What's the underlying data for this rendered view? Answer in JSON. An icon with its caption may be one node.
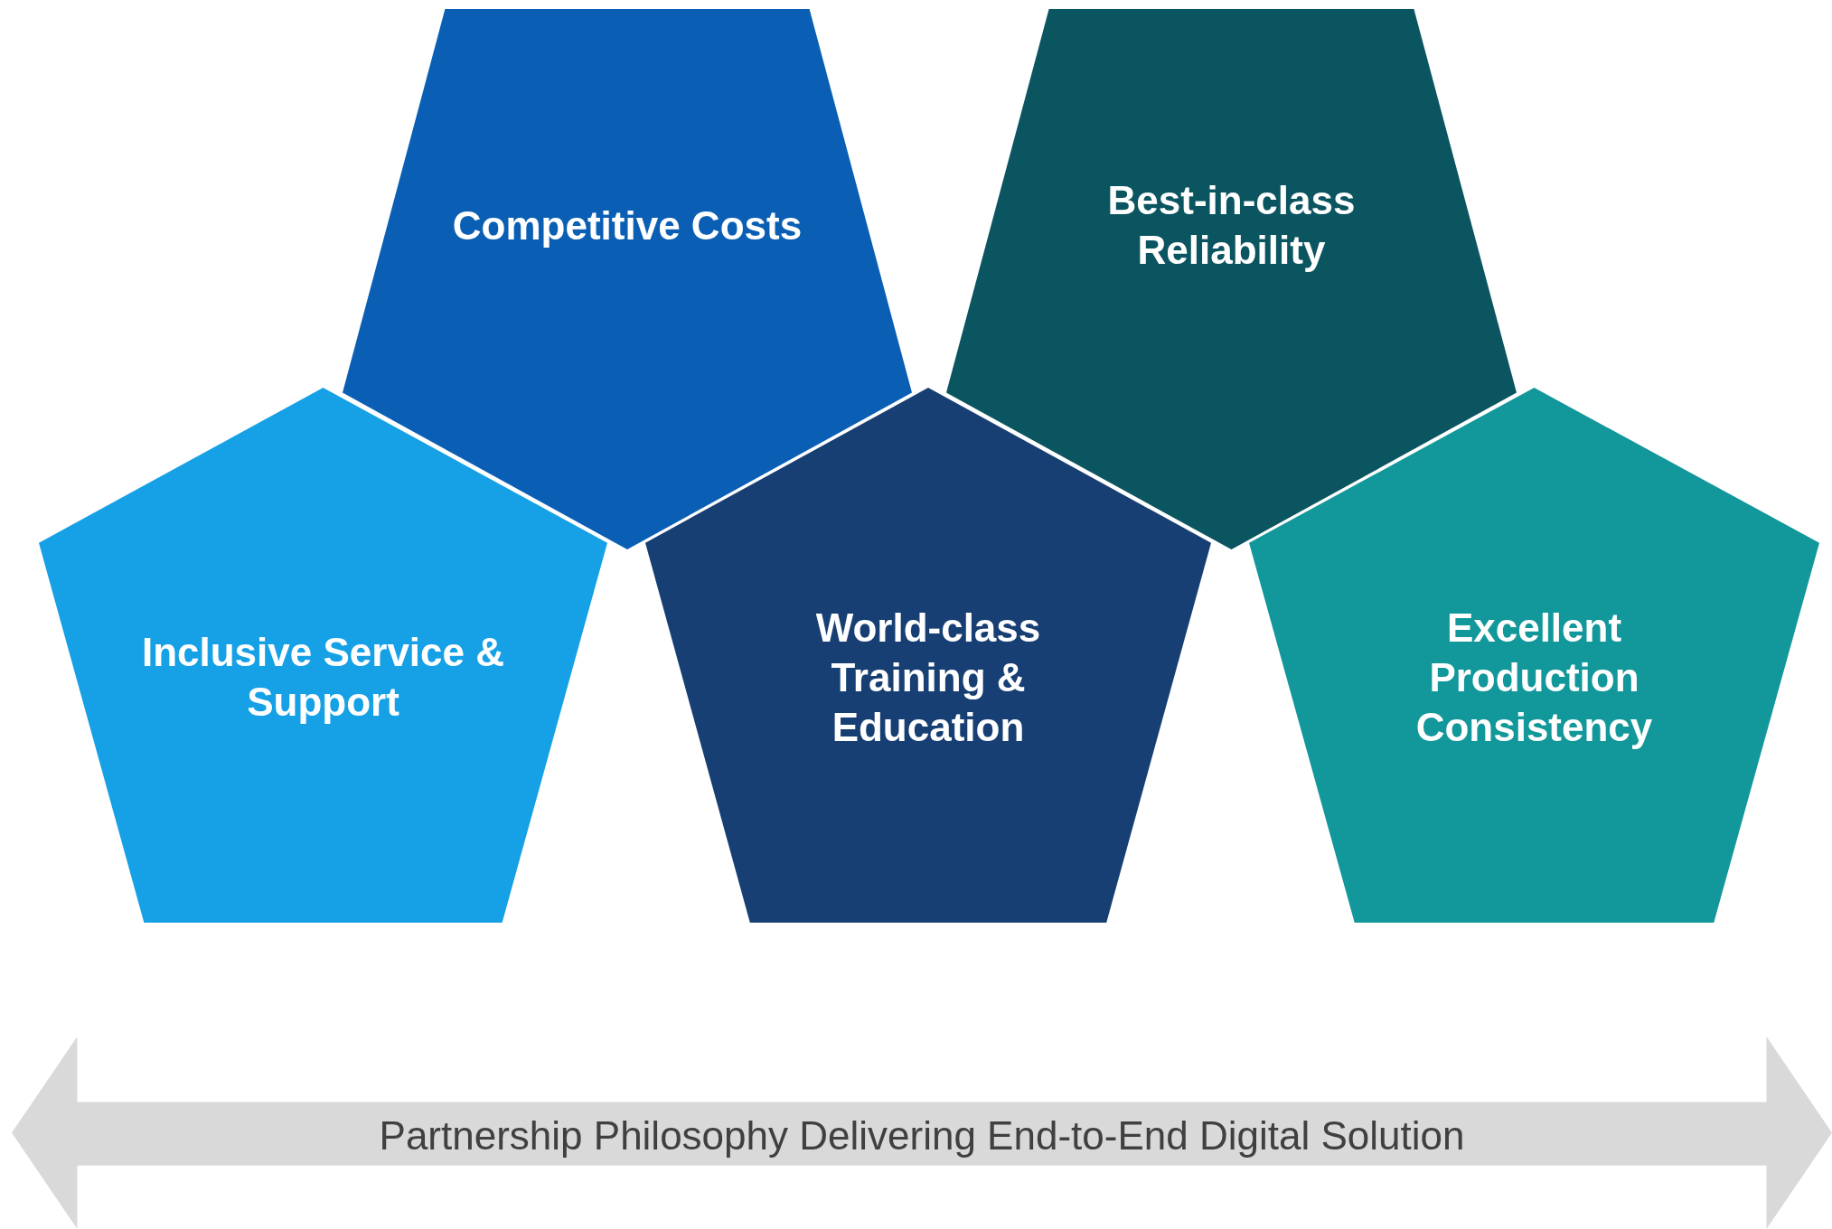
{
  "diagram": {
    "nodes": [
      {
        "text": [
          "Competitive Costs"
        ]
      },
      {
        "text": [
          "Best-in-class Reliability"
        ]
      },
      {
        "text": [
          "Inclusive Service & Support"
        ]
      },
      {
        "text": [
          "World-class Training & Education"
        ]
      },
      {
        "text": [
          "Excellent Production Consistency"
        ]
      },
      {
        "text": [
          "Partnership Philosophy Delivering End-to-End Digital Solution"
        ]
      }
    ]
  }
}
